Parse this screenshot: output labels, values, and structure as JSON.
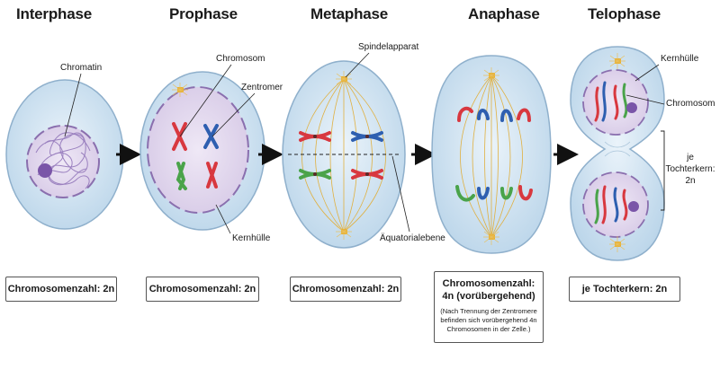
{
  "phases": [
    {
      "title": "Interphase",
      "box": "Chromosomenzahl: 2n"
    },
    {
      "title": "Prophase",
      "box": "Chromosomenzahl: 2n"
    },
    {
      "title": "Metaphase",
      "box": "Chromosomenzahl: 2n"
    },
    {
      "title": "Anaphase",
      "box_line1": "Chromosomenzahl:",
      "box_line2": "4n  (vorübergehend)",
      "note": "(Nach Trennung der Zentromere befinden sich vorübergehend 4n Chromosomen in der Zelle.)"
    },
    {
      "title": "Telophase",
      "box": "je Tochterkern: 2n"
    }
  ],
  "labels": {
    "chromatin": "Chromatin",
    "chromosom": "Chromosom",
    "zentromer": "Zentromer",
    "kernhuelle": "Kernhülle",
    "spindelapparat": "Spindelapparat",
    "aequatorialebene": "Äquatorialebene",
    "kernhuelle_telo": "Kernhülle",
    "chromosom_telo": "Chromosom",
    "je_tochterkern_1": "je",
    "je_tochterkern_2": "Tochterkern:",
    "je_tochterkern_3": "2n"
  },
  "colors": {
    "cell_fill": "#cfe2f1",
    "cell_stroke": "#8fb0cc",
    "nucleus_fill": "#e2d8ee",
    "nucleus_stroke": "#8a6fae",
    "red": "#d8383f",
    "blue": "#2e5fb0",
    "green": "#4aa34a",
    "spindle": "#e0b040"
  }
}
